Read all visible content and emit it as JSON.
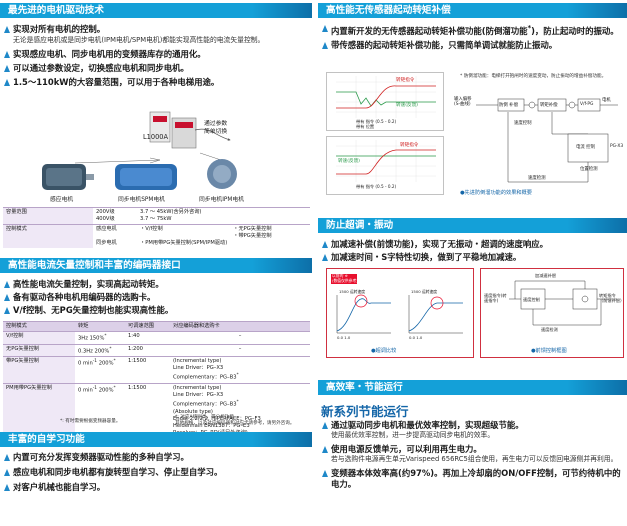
{
  "left": {
    "s1": {
      "title": "最先进的电机驱动技术",
      "b1": "实现对所有电机的控制。",
      "b1_sub": "无论是感应电机或是同步电机(IPM电机/SPM电机)都能实现高性能的电流矢量控制。",
      "b2": "实现感应电机、同步电机用的变频器库存的通用化。",
      "b3": "可以通过参数设定，切换感应电机和同步电机。",
      "b4": "1.5～110kW的大容量范围，可以用于各种电梯用途。",
      "drive_label": "L1000A",
      "switch_note": [
        "通过参数",
        "简单切换"
      ],
      "motors": [
        "感应电机",
        "同步电机SPM电机",
        "同步电机IPM电机"
      ],
      "table": {
        "r1": {
          "h": "容量范围",
          "a": "200V级",
          "b": "3.7 ～ 45kW(含另外咨询)",
          "a2": "400V级",
          "b2": "3.7 ～ 75kW"
        },
        "r2": {
          "h": "控制模式",
          "a": "感应电机",
          "b": "・V/f控制",
          "c": "・无PG矢量控制",
          "c2": "・带PG矢量控制",
          "a2": "同步电机",
          "b2": "・PM用带PG矢量控制(SPM/IPM驱动)"
        }
      }
    },
    "s2": {
      "title": "高性能电流矢量控制和丰富的编码器接口",
      "b1": "高性能电流矢量控制，实现高起动转矩。",
      "b2": "备有驱动各种电机用编码器的选购卡。",
      "b3": "V/f控制、无PG矢量控制也能实现高性能。",
      "headers": [
        "控制模式",
        "转矩",
        "可调速范围",
        "对应编码器和选购卡"
      ],
      "rows": [
        {
          "mode": "V/f控制",
          "torque": "3Hz 150%",
          "sup": "*",
          "range": "1:40",
          "enc": "–"
        },
        {
          "mode": "无PG矢量控制",
          "torque": "0.3Hz 200%",
          "sup": "*",
          "range": "1:200",
          "enc": "–"
        },
        {
          "mode": "带PG矢量控制",
          "torque": "0 min",
          "tsup": "-1",
          "torque2": " 200%",
          "sup": "*",
          "range": "1:1500",
          "enc": [
            "(Incremental type)",
            "Line Driver：PG–X3",
            "Complementary：PG–B3"
          ],
          "encsup": "*"
        },
        {
          "mode": "PM用带PG矢量控制",
          "torque": "0 min",
          "tsup": "-1",
          "torque2": " 200%",
          "sup": "*",
          "range": "1:1500",
          "enc": [
            "(Incremental type)",
            "Line Driver：PG–X3",
            "Complementary：PG–B3",
            "(Absolute type)",
            "Endat 2.2/2.2, HIPERFACE：PG–F3",
            "Heidenhain ERN1387：PG–E3",
            "Resolver：PG–RD(请另外咨询)"
          ],
          "encsup": "*"
        }
      ],
      "note_l": "*: 有时需要根据变频器容量。",
      "note_r1": "†: 对应A级别类，带分析功能。",
      "note_r2": "其他规格，以及对应编码器和对应卡请参考，请另外咨询。"
    },
    "s3": {
      "title": "丰富的自学习功能",
      "b1": "内置可充分发挥变频器驱动性能的多种自学习。",
      "b2": "感应电机和同步电机都有旋转型自学习、停止型自学习。",
      "b3": "对客户机械也能自学习。"
    }
  },
  "right": {
    "s1": {
      "title": "高性能无传感器起动转矩补偿",
      "b1": "内置新开发的无传感器起动转矩补偿功能(防倒溜功能",
      "b1_sup": "*",
      "b1_tail": ")，防止起动时的振动。",
      "b2": "带传感器的起动转矩补偿功能，只需简单调试就能防止振动。",
      "graph_top": {
        "legend1": "转速(反馈)",
        "legend2": "转矩指令",
        "xlabel": "带有 指令 (0.5 - 0.2)",
        "xlabel2": "带有 位置"
      },
      "graph_bottom": {
        "legend1": "转速(反馈)",
        "legend2": "转矩指令",
        "xlabel": "带有 指令 (0.5 - 0.2)"
      },
      "footnote": "* 防倒溜功能：电梯打开抱闸时的速度变动，防止振动的增益补偿功能。",
      "diag": {
        "in1": "输入偏移",
        "in2": "(S-曲线)",
        "blk1": "防倒 补偿",
        "blk2": "转矩补偿",
        "blk3": "速度控制",
        "blk4": "电流 控制",
        "blk5": "V/f-PG",
        "out": "电机",
        "fb": "速度检测",
        "enc": "PG-X3",
        "pos": "位置检测"
      },
      "caption": "●先进防倒溜功能的效果和概要"
    },
    "s2": {
      "title": "防止超调・振动",
      "b1": "加减速补偿(前馈功能)，实现了无振动・超调的速度响应。",
      "b2": "加减速时间・S字特性切换，做到了平稳地加减速。",
      "chart1": {
        "tag": "以前的 ※",
        "tag2": "(数值仅供参考)",
        "ylab": "1500 运转速度",
        "xlab": "0.0    1.0",
        "yb": "(min⁻¹)",
        "xb": "(s)"
      },
      "chart2": {
        "ylab": "1500 运转速度",
        "xlab": "0.0    1.0",
        "yb": "(min⁻¹)",
        "xb": "(s)"
      },
      "diag": {
        "in": "速度指令(转速指令)",
        "b1": "速度控制",
        "b2": "加减速补偿",
        "b3": "转矩指令（前馈补偿）",
        "fb": "速度检测"
      },
      "cap_l": "●超调比较",
      "cap_r": "●前馈控制框图"
    },
    "s3": {
      "title": "高效率・节能运行",
      "heading": "新系列节能运行",
      "b1": "通过驱动同步电机和最优效率控制，实现超级节能。",
      "b1_sub": "使用最优效率控制，进一步提高驱动同步电机的效率。",
      "b2": "使用电源反馈单元，可以利用再生电力。",
      "b2_sub": "若与选购件电源再生单元Varispeed 656RC5组合使用，再生电力可以反馈回电源侧并再利用。",
      "b3": "变频器本体效率高(约97%)。再加上冷却扇的ON/OFF控制，可节约待机中的电力。"
    }
  },
  "colors": {
    "header": "#14a0d8",
    "bullet": "#1e88c8",
    "table_head": "#dcd0e8",
    "heading": "#1466a8"
  }
}
